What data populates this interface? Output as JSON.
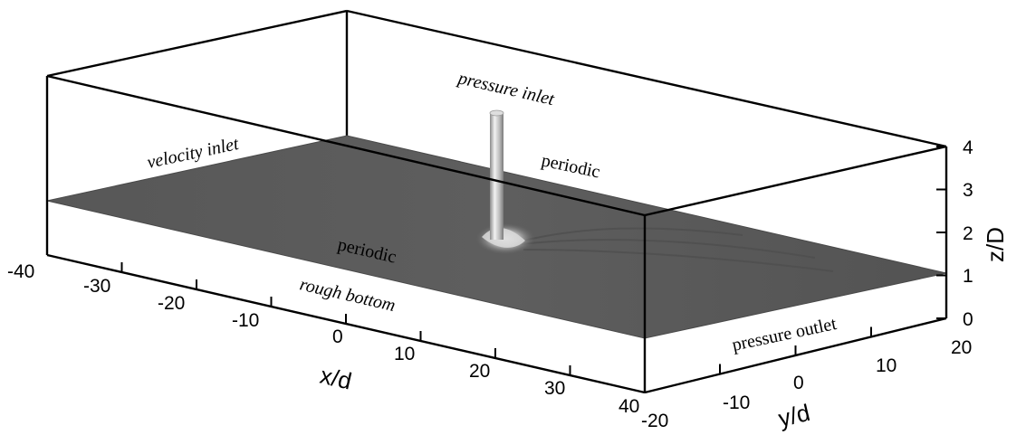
{
  "figure": {
    "labels": {
      "velocity_inlet": "velocity inlet",
      "pressure_inlet": "pressure inlet",
      "periodic_far": "periodic",
      "periodic_near": "periodic",
      "rough_bottom": "rough bottom",
      "pressure_outlet": "pressure outlet"
    },
    "axes": {
      "x": {
        "title": "x/d",
        "ticks": [
          "-40",
          "-30",
          "-20",
          "-10",
          "0",
          "10",
          "20",
          "30",
          "40"
        ]
      },
      "y": {
        "title": "y/d",
        "ticks": [
          "-20",
          "-10",
          "0",
          "10",
          "20"
        ]
      },
      "z": {
        "title": "z/D",
        "ticks": [
          "0",
          "1",
          "2",
          "3",
          "4"
        ]
      }
    },
    "colors": {
      "surface": "#595959",
      "surface_edge": "#4a4a4a",
      "cylinder": "#c8c8c8",
      "lines": "#000000"
    }
  }
}
